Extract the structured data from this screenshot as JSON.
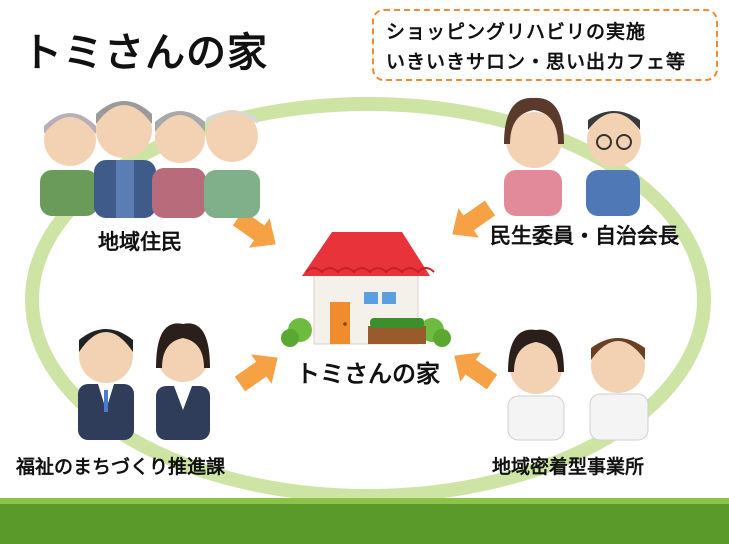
{
  "title": "トミさんの家",
  "activities": {
    "line1": "ショッピングリハビリの実施",
    "line2": "いきいきサロン・思い出カフェ等"
  },
  "center": {
    "label": "トミさんの家"
  },
  "groups": {
    "residents": "地域住民",
    "commissioner": "民生委員・自治会長",
    "welfare": "福祉のまちづくり推進課",
    "business": "地域密着型事業所"
  },
  "colors": {
    "ring": "#cde4a4",
    "arrow": "#f7a145",
    "roof": "#e8333a",
    "footer": "#5a9a2a"
  }
}
